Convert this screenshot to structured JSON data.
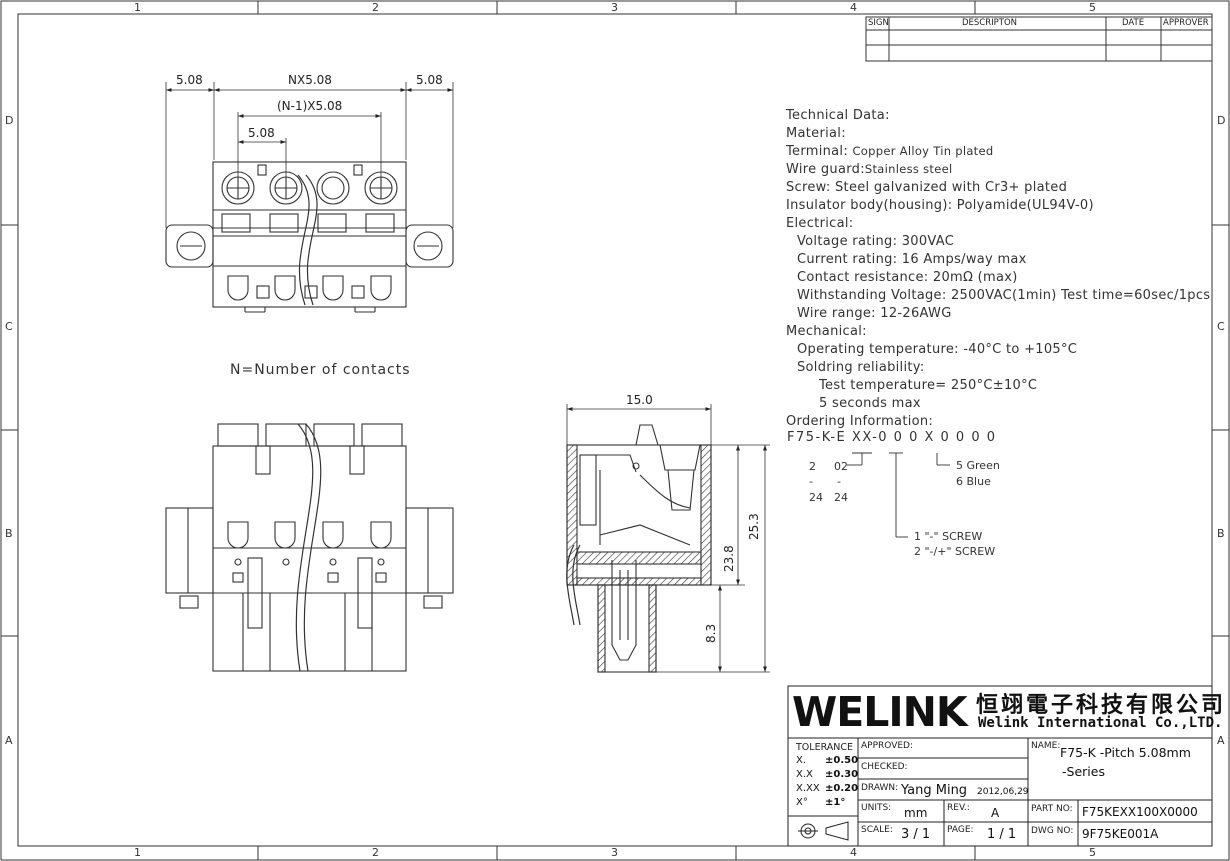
{
  "border": {
    "columns": [
      "1",
      "2",
      "3",
      "4",
      "5"
    ],
    "rows": [
      "D",
      "C",
      "B",
      "A"
    ]
  },
  "revision_block": {
    "headers": [
      "SIGN",
      "DESCRIPTON",
      "DATE",
      "APPROVER"
    ]
  },
  "dimensions": {
    "top_left": "5.08",
    "top_mid": "NX5.08",
    "top_right": "5.08",
    "inner": "(N-1)X5.08",
    "pitch": "5.08",
    "side_width": "15.0",
    "height_total": "25.3",
    "height_body": "23.8",
    "height_pin": "8.3"
  },
  "note": "N=Number of contacts",
  "technical_data": [
    {
      "text": "Technical Data:",
      "indent": 0
    },
    {
      "text": "Material:",
      "indent": 0
    },
    {
      "text": "Terminal: ",
      "small": "Copper Alloy Tin plated",
      "indent": 0
    },
    {
      "text": "Wire guard:",
      "small": "Stainless steel",
      "indent": 0
    },
    {
      "text": "Screw: Steel galvanized with Cr3+ plated",
      "indent": 0
    },
    {
      "text": "Insulator body(housing): Polyamide(UL94V-0)",
      "indent": 0
    },
    {
      "text": "Electrical:",
      "indent": 0
    },
    {
      "text": "Voltage rating: 300VAC",
      "indent": 1
    },
    {
      "text": "Current rating: 16 Amps/way max",
      "indent": 1
    },
    {
      "text": "Contact resistance: 20mΩ (max)",
      "indent": 1
    },
    {
      "text": "Withstanding Voltage: 2500VAC(1min) Test time=60sec/1pcs",
      "indent": 1
    },
    {
      "text": "Wire range: 12-26AWG",
      "indent": 1
    },
    {
      "text": "Mechanical:",
      "indent": 0
    },
    {
      "text": "Operating temperature: -40°C to +105°C",
      "indent": 1
    },
    {
      "text": "Soldring reliability:",
      "indent": 1
    },
    {
      "text": "Test temperature= 250°C±10°C",
      "indent": 3
    },
    {
      "text": "5 seconds max",
      "indent": 3
    },
    {
      "text": "Ordering Information:",
      "indent": 0
    }
  ],
  "ordering": {
    "code": "F75-K-E XX-0 0 0 X 0 0 0 0",
    "ways": {
      "a": "2",
      "b": "02",
      "c": "-",
      "d": "-",
      "e": "24",
      "f": "24"
    },
    "colors": [
      "5  Green",
      "6  Blue"
    ],
    "screws": [
      "1  \"-\" SCREW",
      "2  \"-/+\" SCREW"
    ]
  },
  "title_block": {
    "logo": "WELINK",
    "company_cn": "恒翊電子科技有限公司",
    "company_en": "Welink International Co.,LTD.",
    "tolerance_label": "TOLERANCE",
    "tolerances": [
      {
        "k": "X.",
        "v": "±0.50"
      },
      {
        "k": "X.X",
        "v": "±0.30"
      },
      {
        "k": "X.XX",
        "v": "±0.20"
      },
      {
        "k": "X°",
        "v": "±1°"
      }
    ],
    "approved_label": "APPROVED:",
    "checked_label": "CHECKED:",
    "drawn_label": "DRAWN:",
    "drawn_by": "Yang Ming",
    "drawn_date": "2012,06,29",
    "units_label": "UNITS:",
    "units": "mm",
    "rev_label": "REV.:",
    "rev": "A",
    "scale_label": "SCALE:",
    "scale": "3 / 1",
    "page_label": "PAGE:",
    "page": "1 / 1",
    "name_label": "NAME:",
    "name_line1": "F75-K -Pitch 5.08mm",
    "name_line2": "-Series",
    "part_label": "PART NO:",
    "part_no": "F75KEXX100X0000",
    "dwg_label": "DWG NO:",
    "dwg_no": "9F75KE001A"
  }
}
